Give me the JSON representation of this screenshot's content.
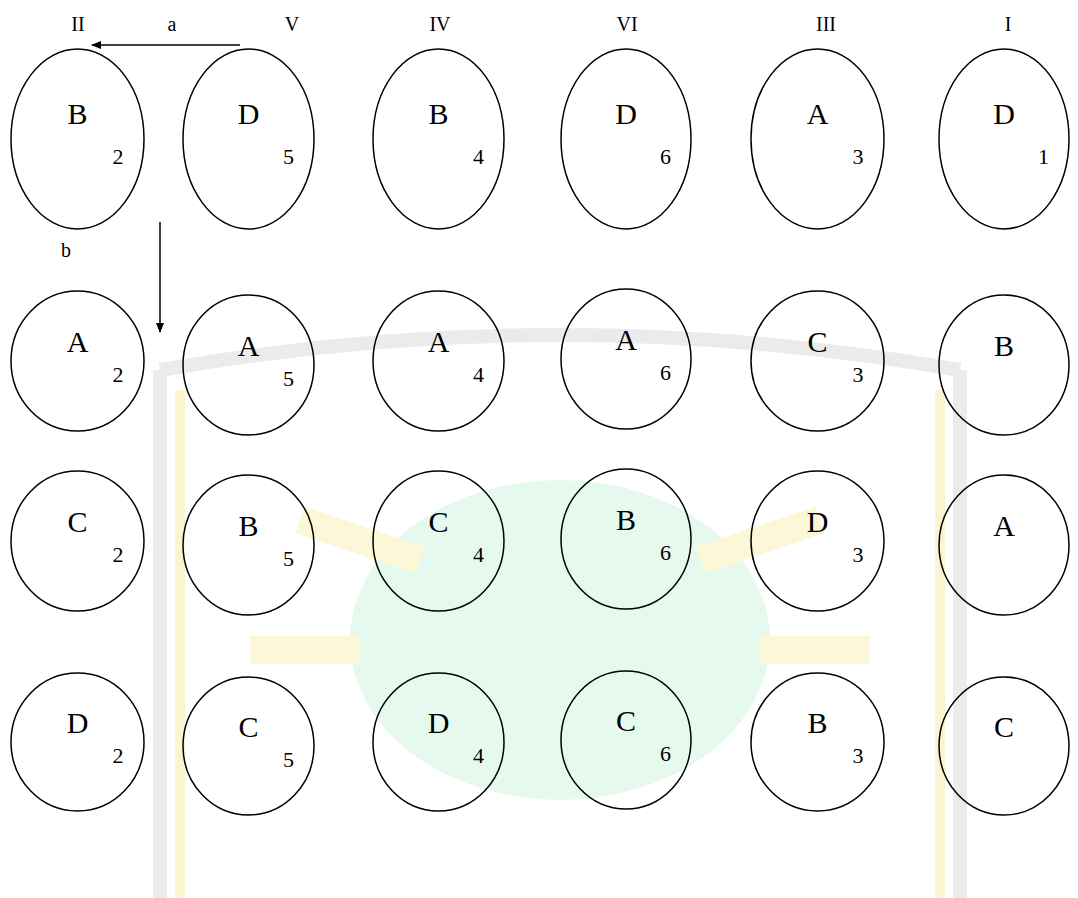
{
  "diagram": {
    "nodes": [
      {
        "text": [
          "B",
          "2"
        ]
      },
      {
        "text": [
          "D",
          "5"
        ]
      },
      {
        "text": [
          "B",
          "4"
        ]
      },
      {
        "text": [
          "D",
          "6"
        ]
      },
      {
        "text": [
          "A",
          "3"
        ]
      },
      {
        "text": [
          "D",
          "1"
        ]
      },
      {
        "text": [
          "A",
          "2"
        ]
      },
      {
        "text": [
          "A",
          "5"
        ]
      },
      {
        "text": [
          "A",
          "4"
        ]
      },
      {
        "text": [
          "A",
          "6"
        ]
      },
      {
        "text": [
          "C",
          "3"
        ]
      },
      {
        "text": [
          "B"
        ]
      },
      {
        "text": [
          "C",
          "2"
        ]
      },
      {
        "text": [
          "B",
          "5"
        ]
      },
      {
        "text": [
          "C",
          "4"
        ]
      },
      {
        "text": [
          "B",
          "6"
        ]
      },
      {
        "text": [
          "D",
          "3"
        ]
      },
      {
        "text": [
          "A"
        ]
      },
      {
        "text": [
          "D",
          "2"
        ]
      },
      {
        "text": [
          "C",
          "5"
        ]
      },
      {
        "text": [
          "D",
          "4"
        ]
      },
      {
        "text": [
          "C",
          "6"
        ]
      },
      {
        "text": [
          "B",
          "3"
        ]
      },
      {
        "text": [
          "C"
        ]
      }
    ],
    "labels": [
      "II",
      "a",
      "V",
      "IV",
      "VI",
      "III",
      "I",
      "b"
    ]
  }
}
